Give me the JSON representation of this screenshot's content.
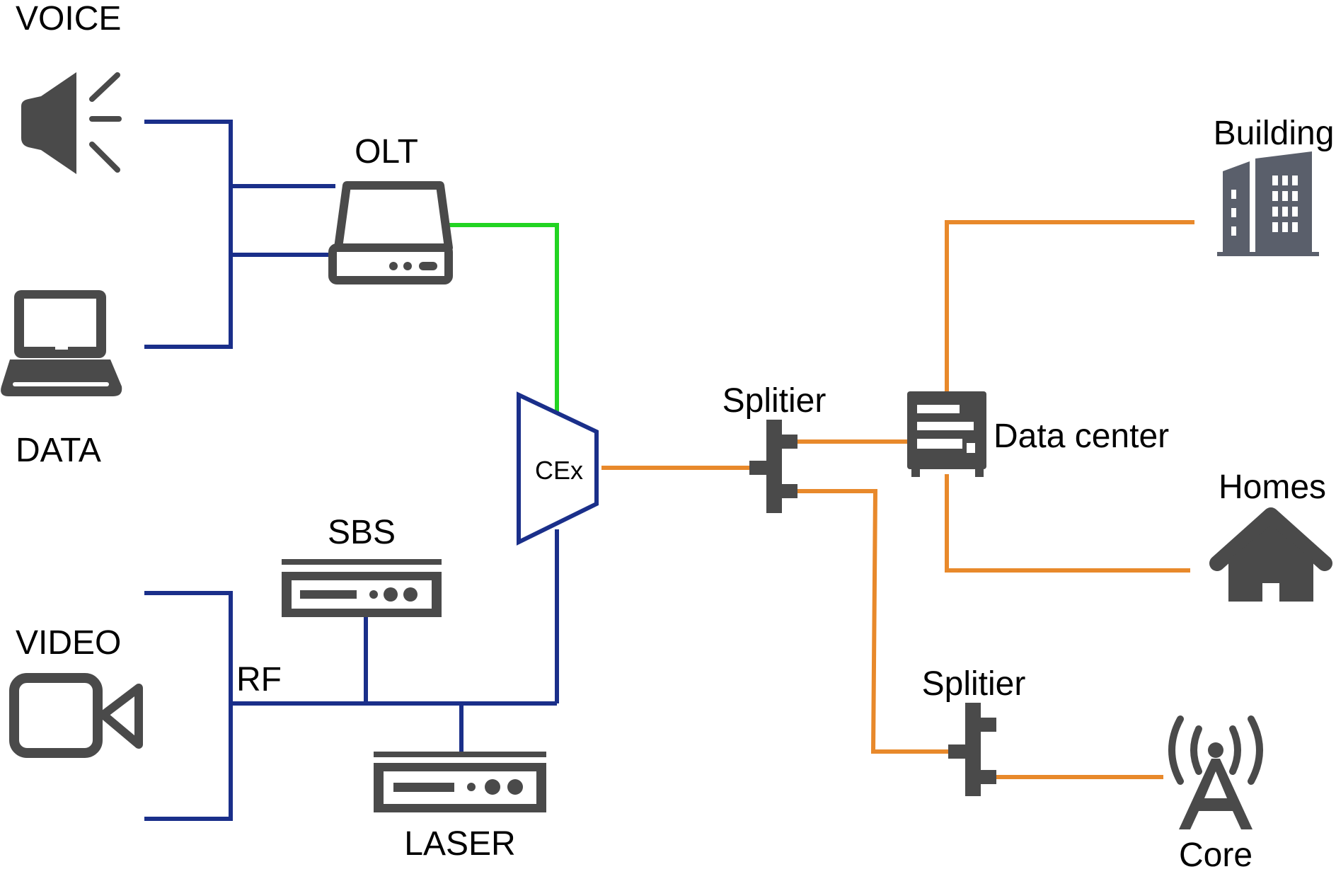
{
  "labels": {
    "voice": "VOICE",
    "data": "DATA",
    "video": "VIDEO",
    "olt": "OLT",
    "sbs": "SBS",
    "laser": "LASER",
    "rf": "RF",
    "cex": "CEx",
    "splitter_top": "Splitier",
    "splitter_bottom": "Splitier",
    "data_center": "Data center",
    "building": "Building",
    "homes": "Homes",
    "core": "Core"
  },
  "colors": {
    "blue_link": "#1a2f8a",
    "green_link": "#22d422",
    "orange_link": "#e8892b",
    "icon_dark": "#4a4a4a",
    "icon_slate": "#5a5f6b"
  },
  "icons": {
    "voice": "speaker-icon",
    "data": "laptop-icon",
    "video": "video-camera-icon",
    "olt": "olt-device-icon",
    "sbs": "sbs-device-icon",
    "laser": "laser-device-icon",
    "cex": "cex-trapezoid",
    "splitter": "splitter-icon",
    "data_center": "server-icon",
    "building": "building-icon",
    "homes": "home-icon",
    "core": "antenna-tower-icon"
  }
}
